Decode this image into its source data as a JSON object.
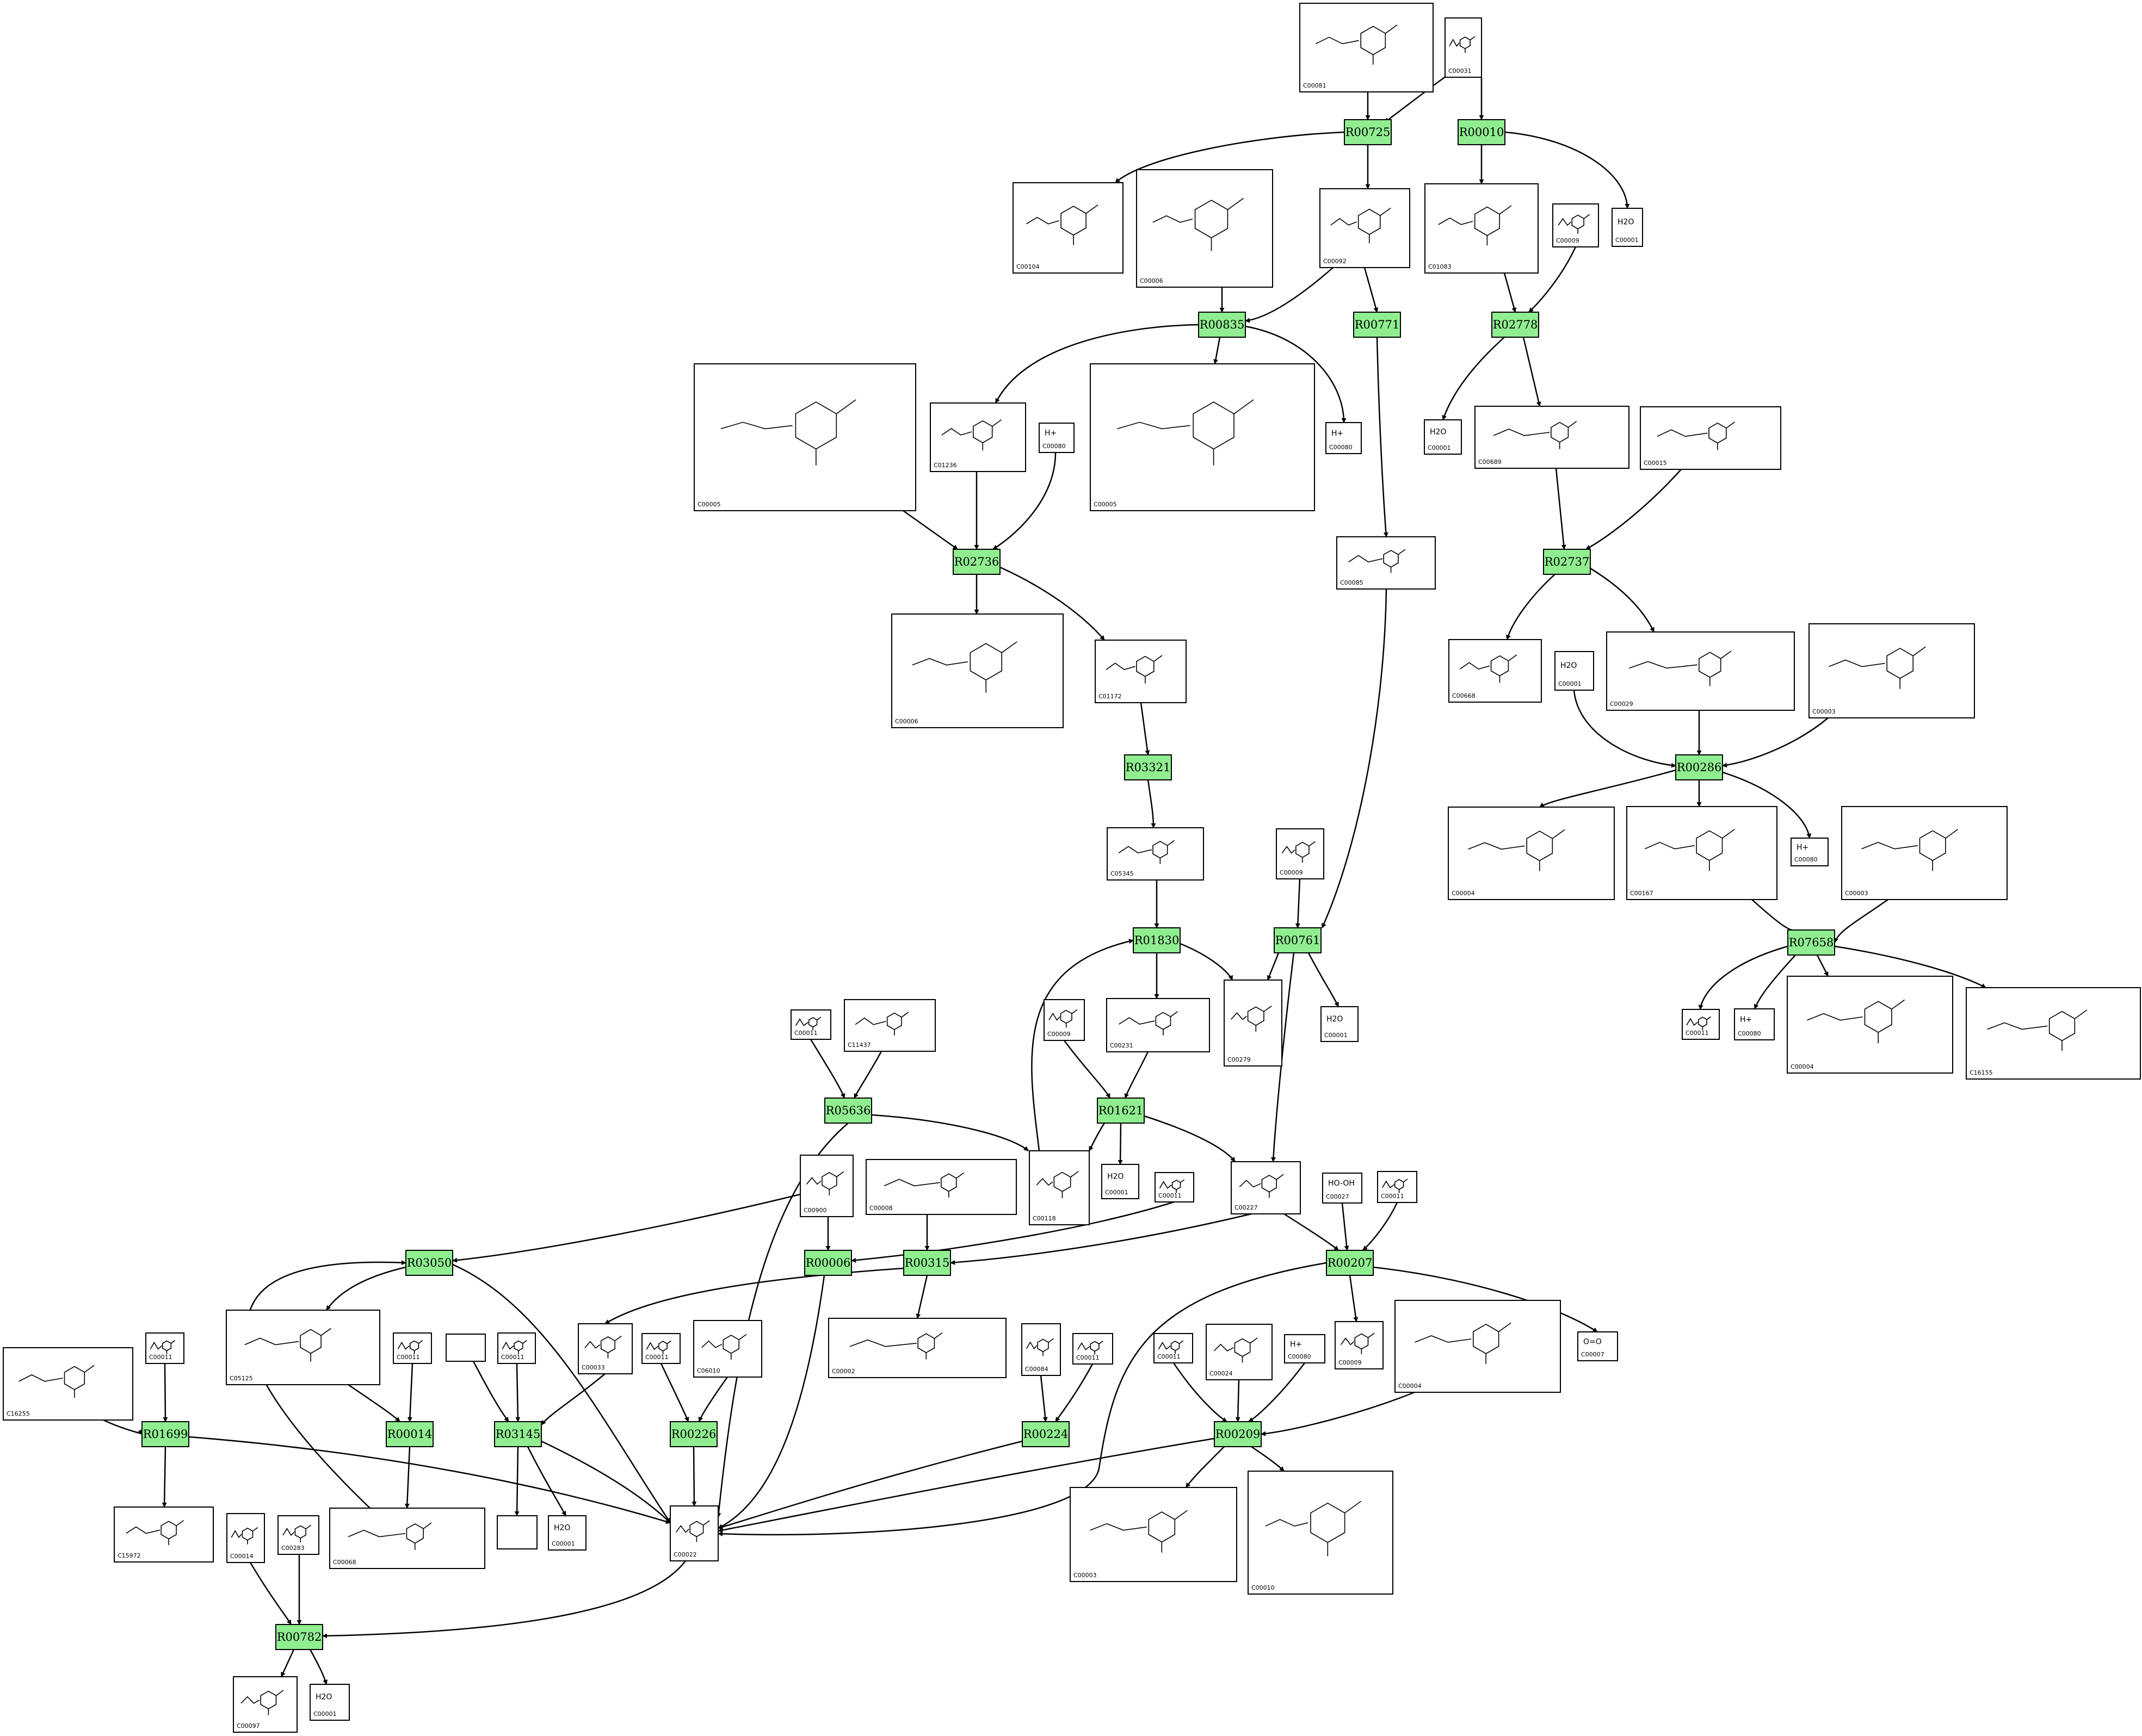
{
  "reactions": [
    {
      "id": "R00725"
    },
    {
      "id": "R00010"
    },
    {
      "id": "R00835"
    },
    {
      "id": "R00771"
    },
    {
      "id": "R02778"
    },
    {
      "id": "R02736"
    },
    {
      "id": "R02737"
    },
    {
      "id": "R03321"
    },
    {
      "id": "R00286"
    },
    {
      "id": "R01830"
    },
    {
      "id": "R00761"
    },
    {
      "id": "R07658"
    },
    {
      "id": "R05636"
    },
    {
      "id": "R01621"
    },
    {
      "id": "R03050"
    },
    {
      "id": "R00006"
    },
    {
      "id": "R00315"
    },
    {
      "id": "R00207"
    },
    {
      "id": "R01699"
    },
    {
      "id": "R00014"
    },
    {
      "id": "R03145"
    },
    {
      "id": "R00226"
    },
    {
      "id": "R00224"
    },
    {
      "id": "R00209"
    },
    {
      "id": "R00782"
    }
  ],
  "compounds": [
    {
      "key": "n1",
      "id": "C00081"
    },
    {
      "key": "n2",
      "id": "C00031"
    },
    {
      "key": "n3",
      "id": "C00104"
    },
    {
      "key": "n4",
      "id": "C00006"
    },
    {
      "key": "n5",
      "id": "C00092"
    },
    {
      "key": "n6",
      "id": "C01083"
    },
    {
      "key": "n7",
      "id": "C00009"
    },
    {
      "key": "n8",
      "id": "C00001",
      "label": "H2O"
    },
    {
      "key": "n9",
      "id": "C00005"
    },
    {
      "key": "n10",
      "id": "C01236"
    },
    {
      "key": "n11",
      "id": "C00080",
      "label": "H+"
    },
    {
      "key": "n12",
      "id": "C00005"
    },
    {
      "key": "n13",
      "id": "C00080",
      "label": "H+"
    },
    {
      "key": "n14",
      "id": "C00001",
      "label": "H2O"
    },
    {
      "key": "n15",
      "id": "C00689"
    },
    {
      "key": "n16",
      "id": "C00015"
    },
    {
      "key": "n17",
      "id": "C00085"
    },
    {
      "key": "n18",
      "id": "C00006"
    },
    {
      "key": "n19",
      "id": "C01172"
    },
    {
      "key": "n20",
      "id": "C00668"
    },
    {
      "key": "n21",
      "id": "C00001",
      "label": "H2O"
    },
    {
      "key": "n22",
      "id": "C00029"
    },
    {
      "key": "n23",
      "id": "C00003"
    },
    {
      "key": "n24",
      "id": "C05345"
    },
    {
      "key": "n25",
      "id": "C00009"
    },
    {
      "key": "n26",
      "id": "C00004"
    },
    {
      "key": "n27",
      "id": "C00167"
    },
    {
      "key": "n28",
      "id": "C00003"
    },
    {
      "key": "n29",
      "id": "C00080",
      "label": "H+"
    },
    {
      "key": "n30",
      "id": "C00011"
    },
    {
      "key": "n31",
      "id": "C11437"
    },
    {
      "key": "n32",
      "id": "C00009"
    },
    {
      "key": "n33",
      "id": "C00231"
    },
    {
      "key": "n34",
      "id": "C00279"
    },
    {
      "key": "n35",
      "id": "C00001",
      "label": "H2O"
    },
    {
      "key": "n36",
      "id": "C00011"
    },
    {
      "key": "n37",
      "id": "C00080",
      "label": "H+"
    },
    {
      "key": "n38",
      "id": "C00004"
    },
    {
      "key": "n39",
      "id": "C16155"
    },
    {
      "key": "n40",
      "id": "C00900"
    },
    {
      "key": "n41",
      "id": "C00008"
    },
    {
      "key": "n42",
      "id": "C00118"
    },
    {
      "key": "n43",
      "id": "C00001",
      "label": "H2O"
    },
    {
      "key": "n44",
      "id": "C00011"
    },
    {
      "key": "n45",
      "id": "C00227"
    },
    {
      "key": "n46",
      "id": "C00027",
      "label": "HO-OH"
    },
    {
      "key": "n47",
      "id": "C00011"
    },
    {
      "key": "n48",
      "id": "C05125"
    },
    {
      "key": "n49",
      "id": "C00011"
    },
    {
      "key": "n50",
      "id": ""
    },
    {
      "key": "n51",
      "id": "C00011"
    },
    {
      "key": "n52",
      "id": "C00033"
    },
    {
      "key": "n53",
      "id": "C00011"
    },
    {
      "key": "n54",
      "id": "C06010"
    },
    {
      "key": "n55",
      "id": "C00002"
    },
    {
      "key": "n56",
      "id": "C00084"
    },
    {
      "key": "n57",
      "id": "C00011"
    },
    {
      "key": "n58",
      "id": "C00011"
    },
    {
      "key": "n59",
      "id": "C00024"
    },
    {
      "key": "n60",
      "id": "C00080",
      "label": "H+"
    },
    {
      "key": "n61",
      "id": "C00009"
    },
    {
      "key": "n62",
      "id": "C00007",
      "label": "O=O"
    },
    {
      "key": "n63",
      "id": "C00004"
    },
    {
      "key": "n64",
      "id": "C16255"
    },
    {
      "key": "n65",
      "id": "C00011"
    },
    {
      "key": "n66",
      "id": "C15972"
    },
    {
      "key": "n67",
      "id": "C00014"
    },
    {
      "key": "n68",
      "id": "C00283"
    },
    {
      "key": "n69",
      "id": "C00068"
    },
    {
      "key": "n70",
      "id": ""
    },
    {
      "key": "n71",
      "id": "C00001",
      "label": "H2O"
    },
    {
      "key": "n72",
      "id": "C00022"
    },
    {
      "key": "n73",
      "id": "C00003"
    },
    {
      "key": "n74",
      "id": "C00010"
    },
    {
      "key": "n75",
      "id": "C00097"
    },
    {
      "key": "n76",
      "id": "C00001",
      "label": "H2O"
    }
  ]
}
